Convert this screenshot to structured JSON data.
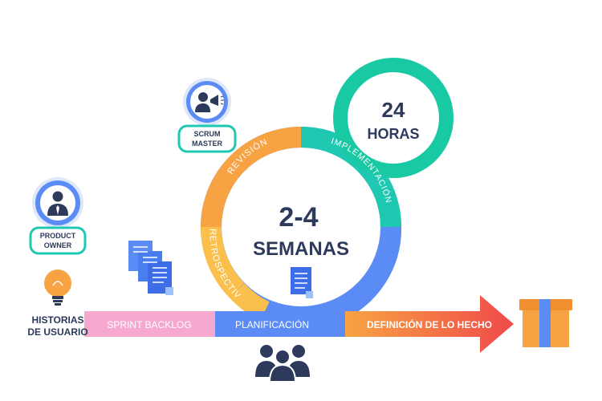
{
  "roles": {
    "scrum_master": [
      "SCRUM",
      "MASTER"
    ],
    "product_owner": [
      "PRODUCT",
      "OWNER"
    ]
  },
  "inputs": {
    "user_stories": [
      "HISTORIAS",
      "DE USUARIO"
    ]
  },
  "daily": {
    "number": "24",
    "unit": "HORAS"
  },
  "sprint": {
    "number": "2-4",
    "unit": "SEMANAS",
    "phases": {
      "revision": "REVISIÓN",
      "implementation": "IMPLEMENTACIÓN",
      "retrospective": "RETROSPECTIVA"
    }
  },
  "flow": {
    "sprint_backlog": "SPRINT BACKLOG",
    "planning": "PLANIFICACIÓN",
    "definition_of_done": "DEFINICIÓN DE LO HECHO"
  },
  "colors": {
    "orange": "#f7a343",
    "orange_dark": "#f28f2f",
    "yellow": "#fbc04b",
    "teal": "#1fc8b0",
    "blue": "#5b8cf5",
    "navy": "#2d3a5c",
    "pink": "#f7a8cf",
    "red": "#f25b49",
    "teal_ring": "#19c9a3"
  }
}
